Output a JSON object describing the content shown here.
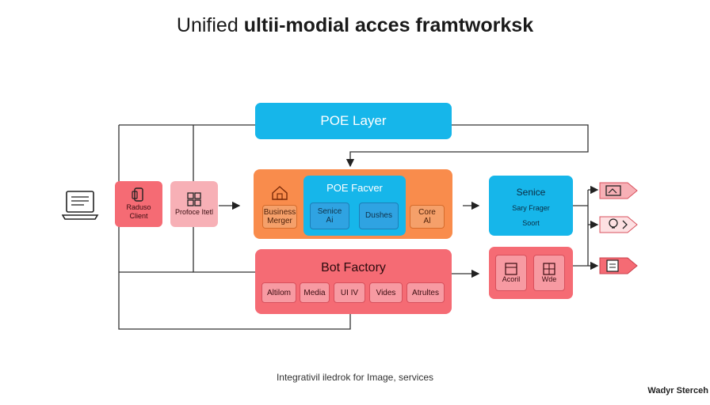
{
  "title": {
    "light": "Unified",
    "bold": "ultii-modial acces framtworksk"
  },
  "caption": "Integrativil iledrok for Image, services",
  "signature": "Wadyr Sterceh",
  "nodes": {
    "poe_layer": "POE Layer",
    "poe_factor": "POE Facver",
    "business_manager": {
      "line1": "Business",
      "line2": "Merger"
    },
    "service_api": {
      "line1": "Senice",
      "line2": "Ai"
    },
    "dashes": "Dushes",
    "core_ai": {
      "line1": "Core",
      "line2": "Al"
    },
    "client": {
      "line1": "Raduso",
      "line2": "Client"
    },
    "protocol": "Profoce Itetl",
    "bot_factory": "Bot Factory",
    "bot_items": [
      "Altilom",
      "Media",
      "UI IV",
      "Vides",
      "Atrultes"
    ],
    "service": {
      "title": "Senice",
      "line1": "Sary Frager",
      "line2": "Soort"
    },
    "red_items": [
      "Acoril",
      "Wde"
    ]
  },
  "icons": {
    "laptop": "laptop-icon",
    "client": "mobile-device-icon",
    "protocol": "grid-document-icon",
    "home": "home-icon",
    "output1": "image-frame-icon",
    "output2": "lightbulb-icon",
    "output3": "document-stack-icon"
  },
  "colors": {
    "blue": "#16b6ea",
    "orange": "#f98c4c",
    "red": "#f56b74",
    "pink": "#f7b0b6"
  }
}
